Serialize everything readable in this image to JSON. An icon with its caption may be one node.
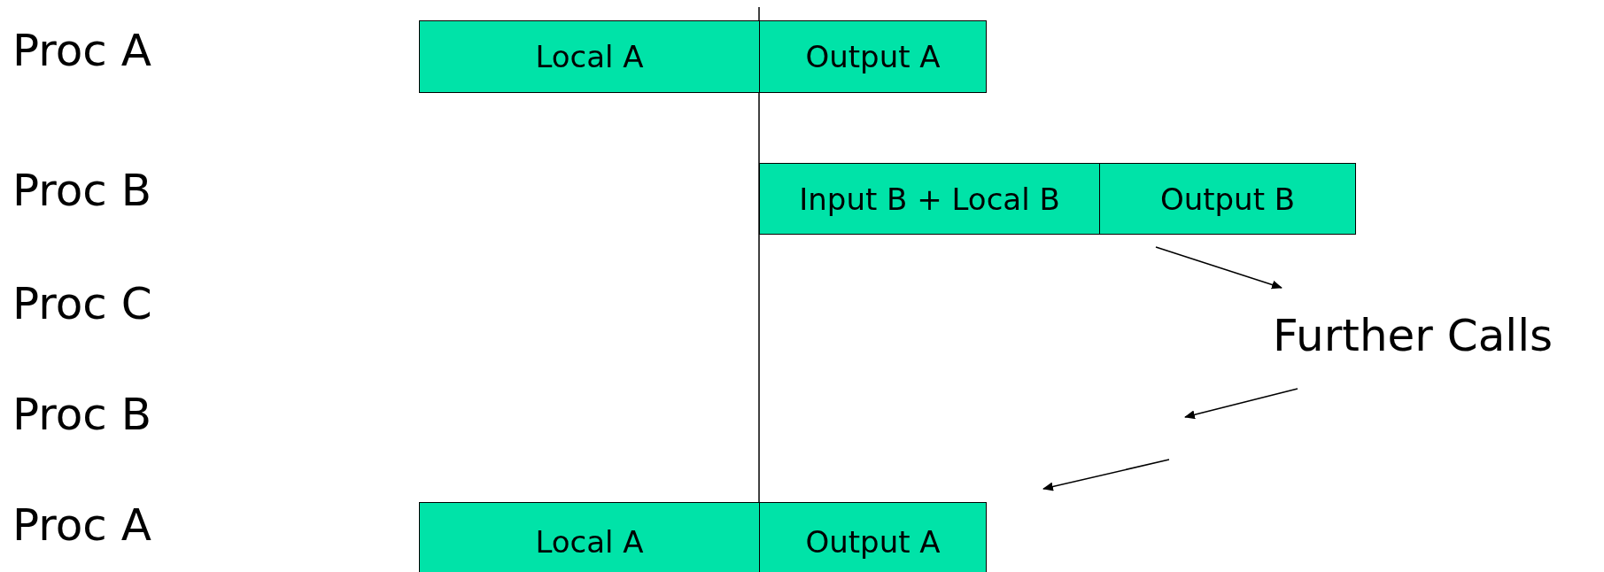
{
  "diagram": {
    "nodes": [
      {
        "text": [
          "Local A"
        ]
      },
      {
        "text": [
          "Output A"
        ]
      },
      {
        "text": [
          "Input B + Local B"
        ]
      },
      {
        "text": [
          "Output B"
        ]
      },
      {
        "text": [
          "Further Calls"
        ]
      },
      {
        "text": [
          "Local A"
        ]
      },
      {
        "text": [
          "Output A"
        ]
      }
    ],
    "edges": [
      {
        "from": 3,
        "to": 4,
        "arrow": "to"
      },
      {
        "from": 4,
        "to": null,
        "arrow": "to"
      },
      {
        "from": null,
        "to": 6,
        "arrow": "to"
      }
    ],
    "labels": [
      "Proc A",
      "Proc B",
      "Proc C",
      "Proc B",
      "Proc A"
    ]
  }
}
